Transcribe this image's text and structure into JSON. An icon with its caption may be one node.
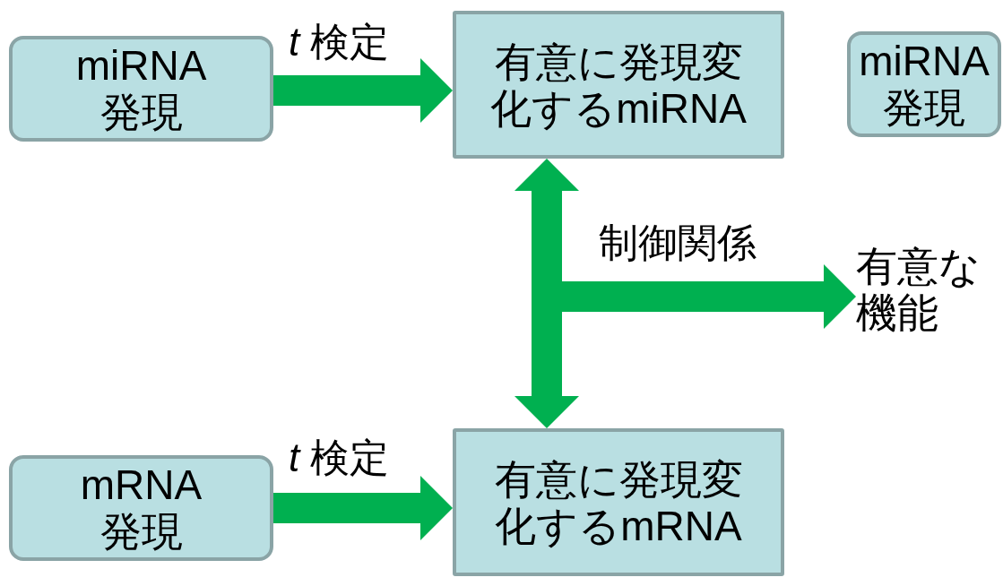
{
  "diagram": {
    "nodes": [
      {
        "text": [
          "miRNA 発現"
        ]
      },
      {
        "text": [
          "有意に発現変化するmiRNA"
        ]
      },
      {
        "text": [
          "miRNA 発現"
        ]
      },
      {
        "text": [
          "有意な機能"
        ]
      },
      {
        "text": [
          "mRNA 発現"
        ]
      },
      {
        "text": [
          "有意に発現変化するmRNA"
        ]
      }
    ],
    "edges": [
      {
        "from": 0,
        "to": 1,
        "arrow": "to",
        "label": "*t* 検定"
      },
      {
        "from": 4,
        "to": 5,
        "arrow": "to",
        "label": "*t* 検定"
      },
      {
        "from": 1,
        "to": 5,
        "arrow": "both"
      },
      {
        "from": null,
        "to": 3,
        "arrow": "to",
        "label": "制御関係"
      }
    ]
  }
}
